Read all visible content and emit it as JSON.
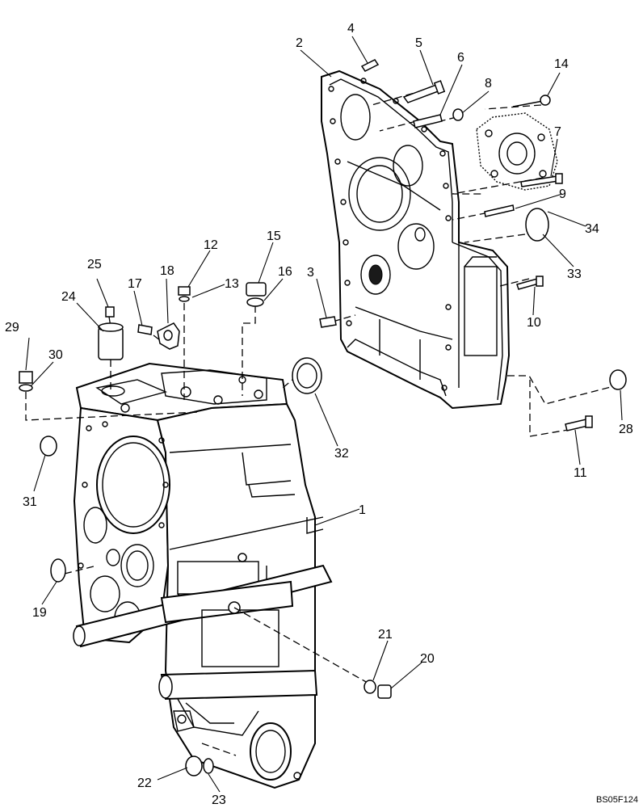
{
  "callouts": [
    {
      "id": "c1",
      "label": "1"
    },
    {
      "id": "c2",
      "label": "2"
    },
    {
      "id": "c3",
      "label": "3"
    },
    {
      "id": "c4",
      "label": "4"
    },
    {
      "id": "c5",
      "label": "5"
    },
    {
      "id": "c6",
      "label": "6"
    },
    {
      "id": "c7",
      "label": "7"
    },
    {
      "id": "c8",
      "label": "8"
    },
    {
      "id": "c9",
      "label": "9"
    },
    {
      "id": "c10",
      "label": "10"
    },
    {
      "id": "c11",
      "label": "11"
    },
    {
      "id": "c12",
      "label": "12"
    },
    {
      "id": "c13",
      "label": "13"
    },
    {
      "id": "c14",
      "label": "14"
    },
    {
      "id": "c15",
      "label": "15"
    },
    {
      "id": "c16",
      "label": "16"
    },
    {
      "id": "c17",
      "label": "17"
    },
    {
      "id": "c18",
      "label": "18"
    },
    {
      "id": "c19",
      "label": "19"
    },
    {
      "id": "c20",
      "label": "20"
    },
    {
      "id": "c21",
      "label": "21"
    },
    {
      "id": "c22",
      "label": "22"
    },
    {
      "id": "c23",
      "label": "23"
    },
    {
      "id": "c24",
      "label": "24"
    },
    {
      "id": "c25",
      "label": "25"
    },
    {
      "id": "c28",
      "label": "28"
    },
    {
      "id": "c29",
      "label": "29"
    },
    {
      "id": "c30",
      "label": "30"
    },
    {
      "id": "c31",
      "label": "31"
    },
    {
      "id": "c32",
      "label": "32"
    },
    {
      "id": "c33",
      "label": "33"
    },
    {
      "id": "c34",
      "label": "34"
    }
  ],
  "drawing_code": "BS05F124"
}
